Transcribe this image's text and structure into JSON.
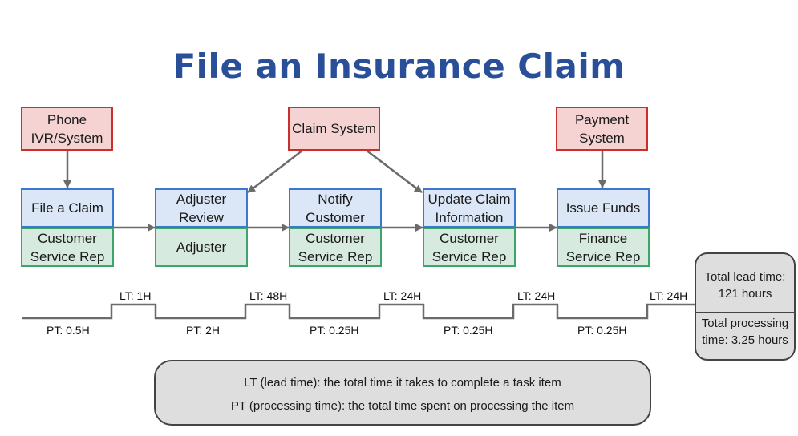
{
  "title": "File an Insurance Claim",
  "systems": [
    "Phone\nIVR/System",
    "Claim System",
    "Payment\nSystem"
  ],
  "steps": [
    {
      "task": "File a Claim",
      "role": "Customer\nService Rep"
    },
    {
      "task": "Adjuster\nReview",
      "role": "Adjuster"
    },
    {
      "task": "Notify\nCustomer",
      "role": "Customer\nService Rep"
    },
    {
      "task": "Update Claim\nInformation",
      "role": "Customer\nService Rep"
    },
    {
      "task": "Issue Funds",
      "role": "Finance\nService Rep"
    }
  ],
  "timeline": {
    "lead_times": [
      "LT: 1H",
      "LT: 48H",
      "LT: 24H",
      "LT: 24H",
      "LT: 24H"
    ],
    "processing_times": [
      "PT: 0.5H",
      "PT: 2H",
      "PT: 0.25H",
      "PT: 0.25H",
      "PT: 0.25H"
    ]
  },
  "summary": {
    "total_lead": "Total lead time:\n121 hours",
    "total_processing": "Total processing\ntime: 3.25 hours"
  },
  "legend": {
    "lt": "LT (lead time): the total time it takes to complete a task item",
    "pt": "PT (processing time): the total time spent on processing the item"
  }
}
